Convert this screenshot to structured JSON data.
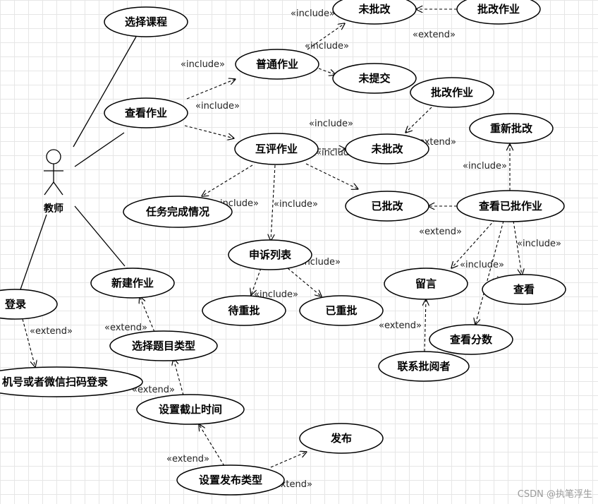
{
  "actor": {
    "name": "教师"
  },
  "use_cases": [
    {
      "id": "xuanze_kecheng",
      "label": "选择课程"
    },
    {
      "id": "chakan_zuoye",
      "label": "查看作业"
    },
    {
      "id": "putong_zuoye",
      "label": "普通作业"
    },
    {
      "id": "weipigai_1",
      "label": "未批改"
    },
    {
      "id": "pigai_zuoye_1",
      "label": "批改作业"
    },
    {
      "id": "weitijiao",
      "label": "未提交"
    },
    {
      "id": "pigai_zuoye_2",
      "label": "批改作业"
    },
    {
      "id": "huping_zuoye",
      "label": "互评作业"
    },
    {
      "id": "weipigai_2",
      "label": "未批改"
    },
    {
      "id": "chongxin_pigai",
      "label": "重新批改"
    },
    {
      "id": "renwu_wancheng",
      "label": "任务完成情况"
    },
    {
      "id": "yipigai",
      "label": "已批改"
    },
    {
      "id": "chakan_yipi",
      "label": "查看已批作业"
    },
    {
      "id": "shensu_liebiao",
      "label": "申诉列表"
    },
    {
      "id": "liuyan",
      "label": "留言"
    },
    {
      "id": "chakan",
      "label": "查看"
    },
    {
      "id": "daichongpi",
      "label": "待重批"
    },
    {
      "id": "yichongpi",
      "label": "已重批"
    },
    {
      "id": "xinjian_zuoye",
      "label": "新建作业"
    },
    {
      "id": "chakan_fenshu",
      "label": "查看分数"
    },
    {
      "id": "denglu",
      "label": "登录"
    },
    {
      "id": "xuanze_timu",
      "label": "选择题目类型"
    },
    {
      "id": "lianxi_pigai",
      "label": "联系批阅者"
    },
    {
      "id": "saoma_denglu",
      "label": "机号或者微信扫码登录"
    },
    {
      "id": "jiezhi_shijian",
      "label": "设置截止时间"
    },
    {
      "id": "fabu",
      "label": "发布"
    },
    {
      "id": "fabu_leixing",
      "label": "设置发布类型"
    }
  ],
  "stereotypes": {
    "include": "«include»",
    "extend": "«extend»"
  },
  "relationships": [
    {
      "type": "association",
      "from": "actor",
      "to": "xuanze_kecheng"
    },
    {
      "type": "association",
      "from": "actor",
      "to": "chakan_zuoye"
    },
    {
      "type": "association",
      "from": "actor",
      "to": "xinjian_zuoye"
    },
    {
      "type": "association",
      "from": "actor",
      "to": "denglu"
    },
    {
      "type": "include",
      "from": "chakan_zuoye",
      "to": "putong_zuoye"
    },
    {
      "type": "include",
      "from": "chakan_zuoye",
      "to": "huping_zuoye"
    },
    {
      "type": "include",
      "from": "putong_zuoye",
      "to": "weipigai_1"
    },
    {
      "type": "include",
      "from": "putong_zuoye",
      "to": "weitijiao"
    },
    {
      "type": "extend",
      "from": "pigai_zuoye_1",
      "to": "weipigai_1"
    },
    {
      "type": "include",
      "from": "huping_zuoye",
      "to": "weipigai_2"
    },
    {
      "type": "extend",
      "from": "pigai_zuoye_2",
      "to": "weipigai_2"
    },
    {
      "type": "include",
      "from": "huping_zuoye",
      "to": "yipigai"
    },
    {
      "type": "include",
      "from": "huping_zuoye",
      "to": "renwu_wancheng"
    },
    {
      "type": "include",
      "from": "huping_zuoye",
      "to": "shensu_liebiao"
    },
    {
      "type": "include",
      "from": "shensu_liebiao",
      "to": "daichongpi"
    },
    {
      "type": "include",
      "from": "shensu_liebiao",
      "to": "yichongpi"
    },
    {
      "type": "extend",
      "from": "chakan_yipi",
      "to": "yipigai"
    },
    {
      "type": "include",
      "from": "chakan_yipi",
      "to": "chongxin_pigai"
    },
    {
      "type": "extend",
      "from": "chakan_yipi",
      "to": "liuyan"
    },
    {
      "type": "include",
      "from": "chakan_yipi",
      "to": "chakan"
    },
    {
      "type": "include",
      "from": "chakan_yipi",
      "to": "chakan_fenshu"
    },
    {
      "type": "extend",
      "from": "lianxi_pigai",
      "to": "liuyan"
    },
    {
      "type": "extend",
      "from": "denglu",
      "to": "saoma_denglu"
    },
    {
      "type": "extend",
      "from": "xuanze_timu",
      "to": "xinjian_zuoye"
    },
    {
      "type": "extend",
      "from": "jiezhi_shijian",
      "to": "xuanze_timu"
    },
    {
      "type": "extend",
      "from": "fabu_leixing",
      "to": "jiezhi_shijian"
    },
    {
      "type": "extend",
      "from": "fabu_leixing",
      "to": "fabu"
    }
  ],
  "watermark": "CSDN @执笔浮生"
}
